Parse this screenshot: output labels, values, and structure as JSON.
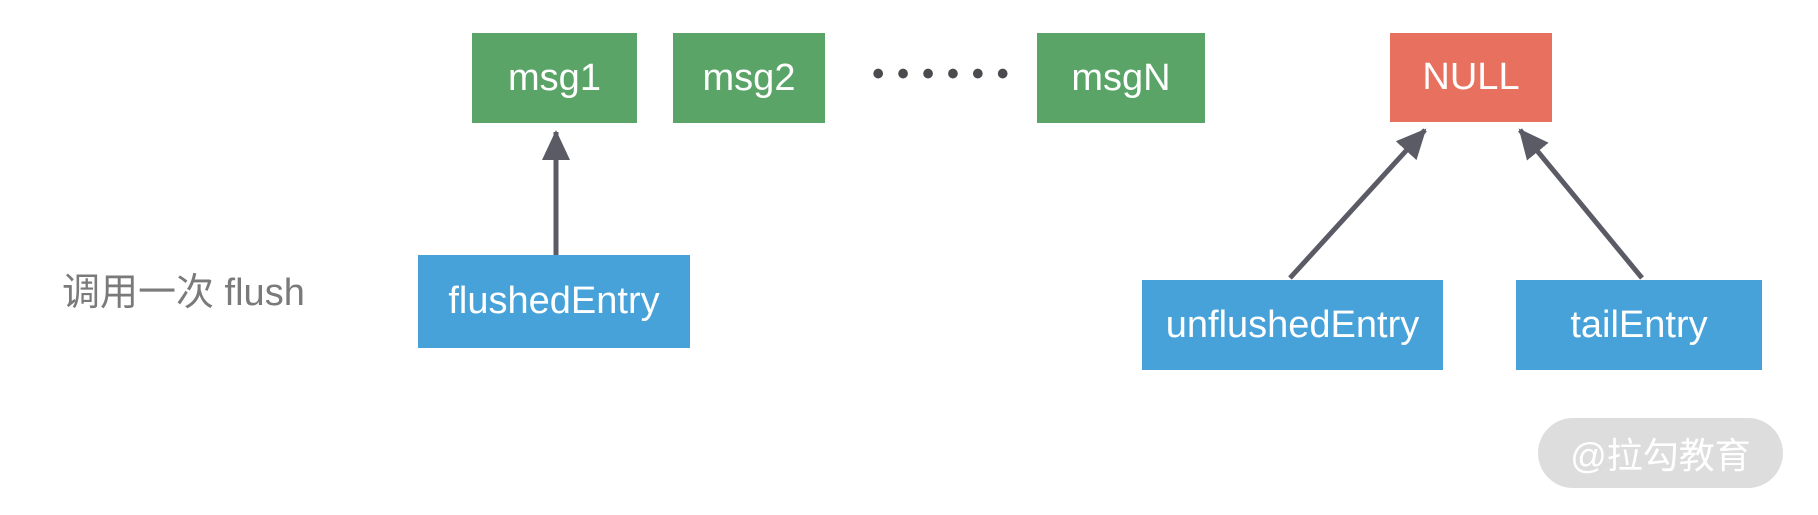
{
  "caption": "调用一次 flush",
  "msg_row": {
    "boxes": [
      {
        "label": "msg1"
      },
      {
        "label": "msg2"
      },
      {
        "label": "msgN"
      }
    ],
    "ellipsis": "••••••"
  },
  "null_box": {
    "label": "NULL"
  },
  "pointers": [
    {
      "label": "flushedEntry"
    },
    {
      "label": "unflushedEntry"
    },
    {
      "label": "tailEntry"
    }
  ],
  "watermark": "@拉勾教育",
  "colors": {
    "msg-green": "#5aa468",
    "null-red": "#e8705f",
    "pointer-blue": "#46a2d9",
    "arrow-gray": "#5b5b65",
    "caption-gray": "#7a7a7a",
    "dot-gray": "#4b4b4f",
    "watermark-bg": "#dbdbdb",
    "watermark-text": "#ffffff"
  }
}
